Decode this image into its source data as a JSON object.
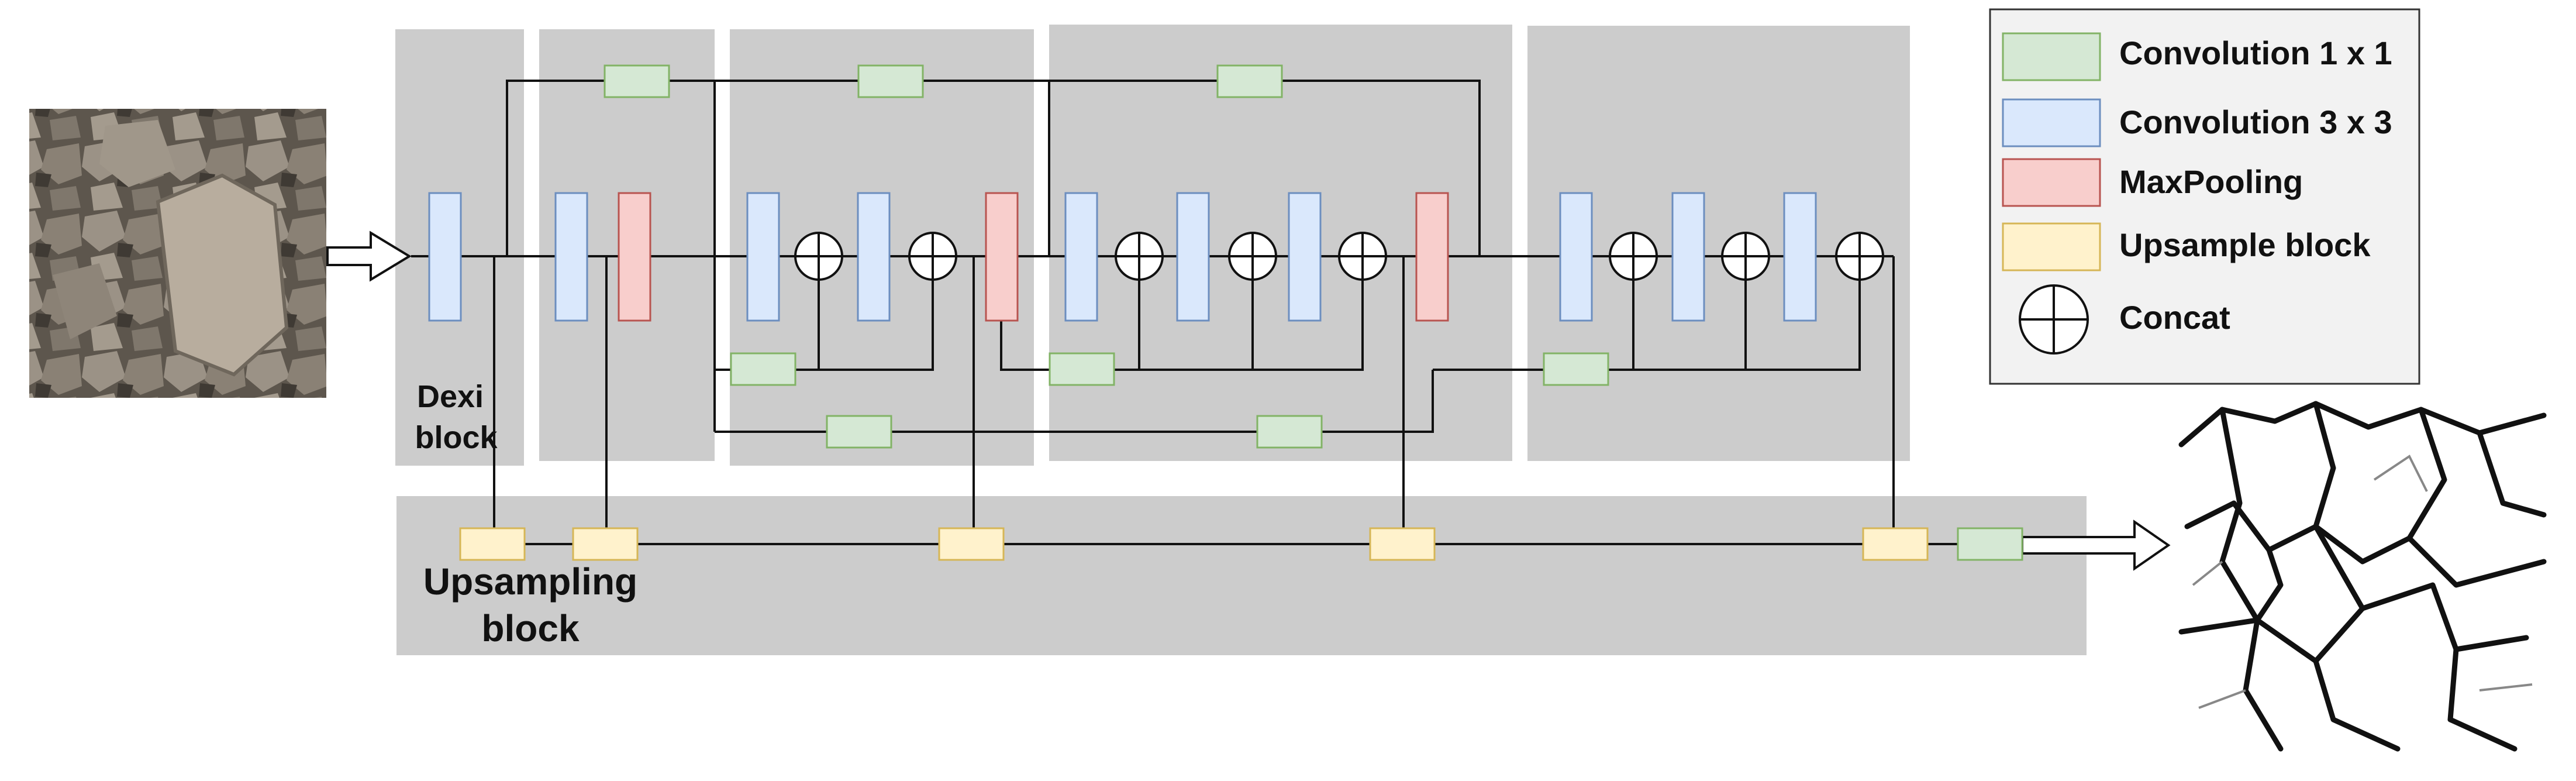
{
  "labels": {
    "dexi_line1": "Dexi",
    "dexi_line2": "block",
    "upsampling_line1": "Upsampling",
    "upsampling_line2": "block"
  },
  "legend": {
    "conv1x1": "Convolution 1 x 1",
    "conv3x3": "Convolution 3 x 3",
    "maxpool": "MaxPooling",
    "upsample": "Upsample block",
    "concat": "Concat"
  },
  "colors": {
    "block_bg": "#cccccc",
    "conv1x1": "#d5e8d4",
    "conv1x1_border": "#82b366",
    "conv3x3": "#dae8fc",
    "conv3x3_border": "#6c8ebf",
    "maxpool": "#f8cecc",
    "maxpool_border": "#b85450",
    "upsample": "#fff2cc",
    "upsample_border": "#d6b656",
    "legend_bg": "#f2f2f2"
  },
  "images": {
    "input": "rock-texture-photo",
    "output": "edge-map"
  }
}
